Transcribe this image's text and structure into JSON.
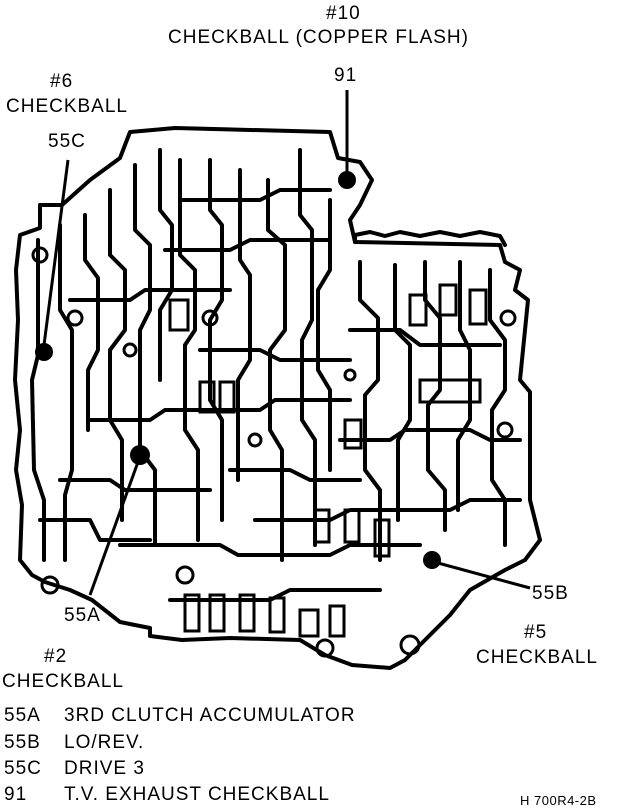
{
  "labels": {
    "checkball10_number": "#10",
    "checkball10_title": "CHECKBALL (COPPER FLASH)",
    "checkball10_code": "91",
    "checkball6_number": "#6",
    "checkball6_title": "CHECKBALL",
    "checkball6_code": "55C",
    "checkball2_code": "55A",
    "checkball2_number": "#2",
    "checkball2_title": "CHECKBALL",
    "checkball5_code": "55B",
    "checkball5_number": "#5",
    "checkball5_title": "CHECKBALL"
  },
  "legend": [
    {
      "code": "55A",
      "text": "3RD CLUTCH ACCUMULATOR"
    },
    {
      "code": "55B",
      "text": "LO/REV."
    },
    {
      "code": "55C",
      "text": "DRIVE 3"
    },
    {
      "code": "91",
      "text": "T.V. EXHAUST CHECKBALL"
    }
  ],
  "figure_id": "H 700R4-2B"
}
